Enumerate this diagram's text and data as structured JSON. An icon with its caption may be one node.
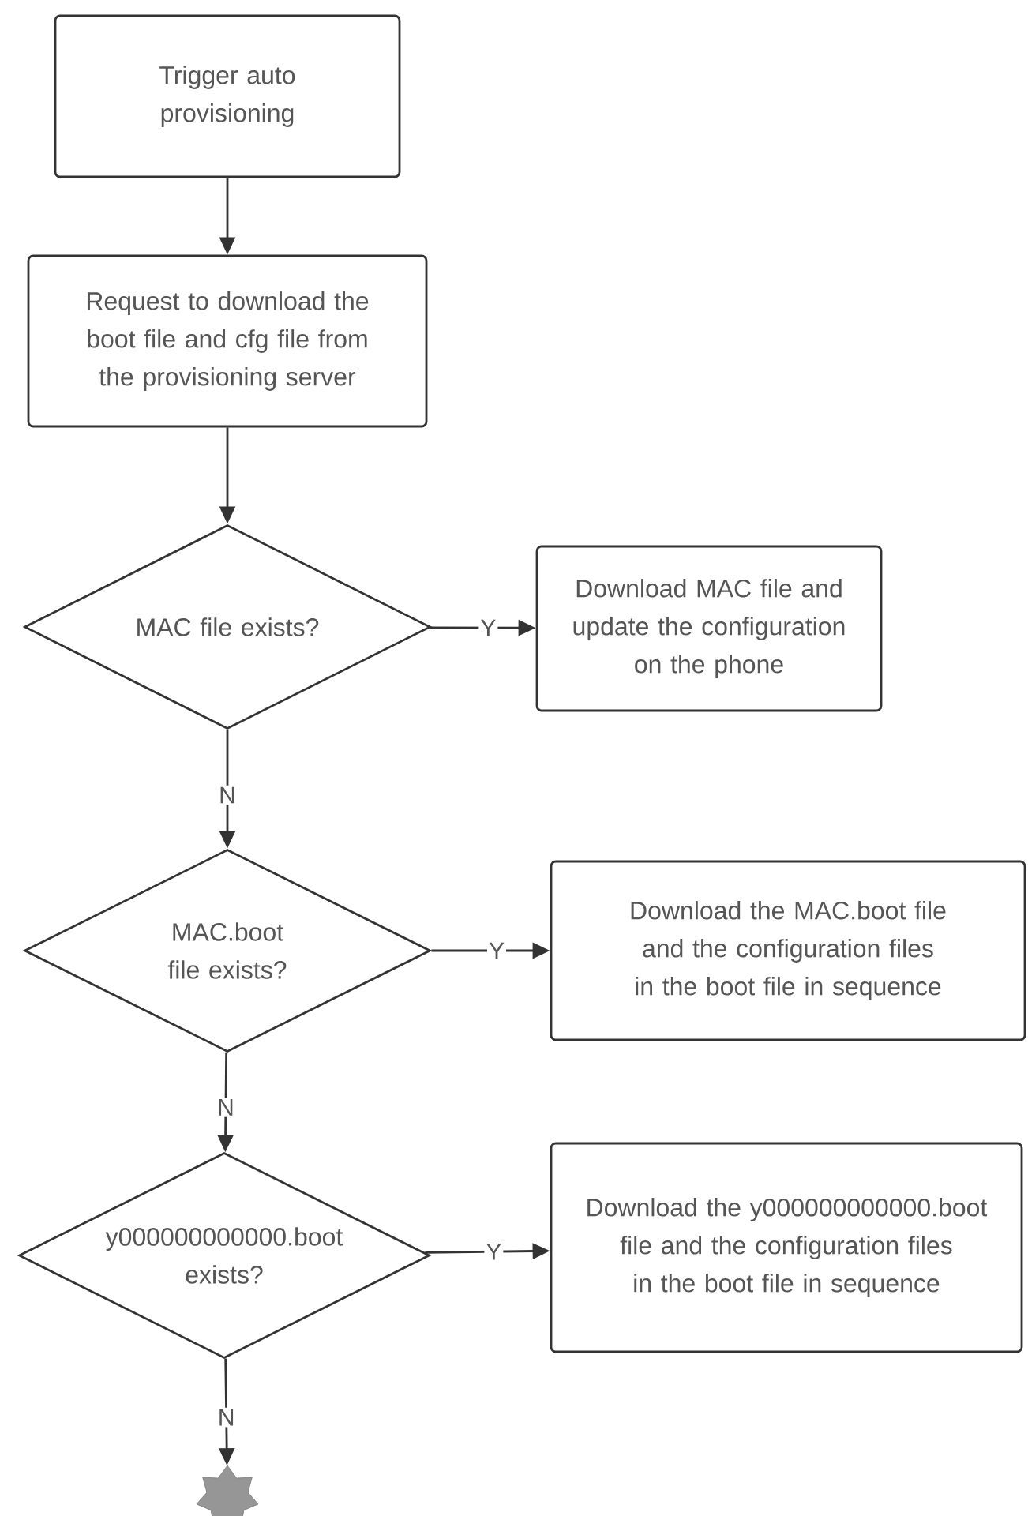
{
  "diagram": {
    "nodes": [
      {
        "text": [
          "Trigger auto provisioning"
        ]
      },
      {
        "text": [
          "Request to download the boot file and cfg file from the provisioning server"
        ]
      },
      {
        "text": [
          "MAC file exists?"
        ]
      },
      {
        "text": [
          "Download MAC file and update the configuration on the phone"
        ]
      },
      {
        "text": [
          "MAC.boot file exists?"
        ]
      },
      {
        "text": [
          "Download the MAC.boot file and the configuration files in the boot file in sequence"
        ]
      },
      {
        "text": [
          "y000000000000.boot exists?"
        ]
      },
      {
        "text": [
          "Download the y000000000000.boot file and the configuration files in the boot file in sequence"
        ]
      },
      {
        "text": [],
        "shape": "star"
      }
    ],
    "edges": [
      {
        "from": 0,
        "to": 1,
        "arrow": "to"
      },
      {
        "from": 1,
        "to": 2,
        "arrow": "to"
      },
      {
        "from": 2,
        "to": 3,
        "arrow": "to",
        "label": "Y"
      },
      {
        "from": 2,
        "to": 4,
        "arrow": "to",
        "label": "N"
      },
      {
        "from": 4,
        "to": 5,
        "arrow": "to",
        "label": "Y"
      },
      {
        "from": 4,
        "to": 6,
        "arrow": "to",
        "label": "N"
      },
      {
        "from": 6,
        "to": 7,
        "arrow": "to",
        "label": "Y"
      },
      {
        "from": 6,
        "to": 8,
        "arrow": "to",
        "label": "N"
      }
    ]
  }
}
